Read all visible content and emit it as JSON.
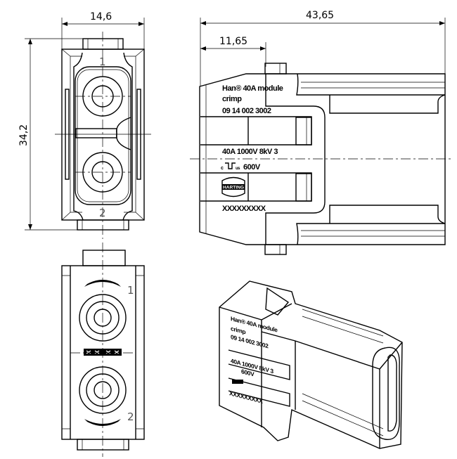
{
  "dimensions": {
    "width": "14,6",
    "height": "34,2",
    "length": "43,65",
    "offset": "11,65"
  },
  "pin_labels": [
    "1",
    "2"
  ],
  "marking": {
    "line1": "Han® 40A module",
    "line2": "crimp",
    "line3": "09 14 002 3002",
    "line4": "40A 1000V 8kV 3",
    "ul_prefix": "c",
    "ul_suffix": "us",
    "line5": "600V",
    "line6": "XXXXXXXXX",
    "brand": "HARTING"
  }
}
